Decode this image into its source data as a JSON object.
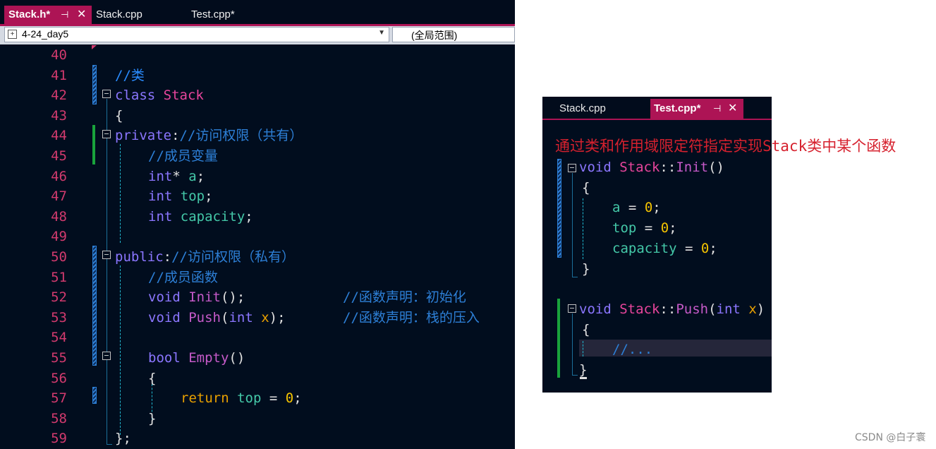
{
  "left_editor": {
    "tabs": [
      {
        "name": "Stack.h*",
        "active": true
      },
      {
        "name": "Stack.cpp",
        "active": false
      },
      {
        "name": "Test.cpp*",
        "active": false
      }
    ],
    "pin_glyph": "⊣",
    "close_glyph": "✕",
    "project_selector": "4-24_day5",
    "scope_selector": "(全局范围)",
    "line_numbers": [
      "40",
      "41",
      "42",
      "43",
      "44",
      "45",
      "46",
      "47",
      "48",
      "49",
      "50",
      "51",
      "52",
      "53",
      "54",
      "55",
      "56",
      "57",
      "58",
      "59"
    ],
    "code": {
      "l41": {
        "cm": "//类"
      },
      "l42": {
        "kw": "class",
        "name": "Stack"
      },
      "l43": {
        "brace": "{"
      },
      "l44": {
        "kw": "private",
        "colon": ":",
        "cm": "//访问权限（共有）"
      },
      "l45": {
        "cm": "//成员变量"
      },
      "l46": {
        "kw": "int",
        "ptr": "*",
        "var": "a",
        "semi": ";"
      },
      "l47": {
        "kw": "int",
        "var": "top",
        "semi": ";"
      },
      "l48": {
        "kw": "int",
        "var": "capacity",
        "semi": ";"
      },
      "l50": {
        "kw": "public",
        "colon": ":",
        "cm": "//访问权限（私有）"
      },
      "l51": {
        "cm": "//成员函数"
      },
      "l52": {
        "kw": "void",
        "fn": "Init",
        "rest": "();",
        "cm": "//函数声明：初始化"
      },
      "l53": {
        "kw": "void",
        "fn": "Push",
        "open": "(",
        "kw2": "int",
        "par": "x",
        "rest": ");",
        "cm": "//函数声明：栈的压入"
      },
      "l55": {
        "kw": "bool",
        "fn": "Empty",
        "rest": "()"
      },
      "l56": {
        "brace": "{"
      },
      "l57": {
        "kw": "return",
        "var": "top",
        "eq": "=",
        "num": "0",
        "semi": ";"
      },
      "l58": {
        "brace": "}"
      },
      "l59": {
        "brace": "};"
      }
    }
  },
  "right_editor": {
    "tabs": [
      {
        "name": "Stack.cpp",
        "active": false
      },
      {
        "name": "Test.cpp*",
        "active": true
      }
    ],
    "pin_glyph": "⊣",
    "close_glyph": "✕",
    "code": {
      "r1": {
        "kw": "void",
        "cls": "Stack",
        "sep": "::",
        "fn": "Init",
        "rest": "()"
      },
      "r2": {
        "brace": "{"
      },
      "r3": {
        "var": "a",
        "eq": "=",
        "num": "0",
        "semi": ";"
      },
      "r4": {
        "var": "top",
        "eq": "=",
        "num": "0",
        "semi": ";"
      },
      "r5": {
        "var": "capacity",
        "eq": "=",
        "num": "0",
        "semi": ";"
      },
      "r6": {
        "brace": "}"
      },
      "r8": {
        "kw": "void",
        "cls": "Stack",
        "sep": "::",
        "fn": "Push",
        "open": "(",
        "kw2": "int",
        "par": "x",
        "close": ")"
      },
      "r9": {
        "brace": "{"
      },
      "r10": {
        "cm": "//..."
      },
      "r11": {
        "brace": "}"
      }
    }
  },
  "annotation": "通过类和作用域限定符指定实现Stack类中某个函数",
  "watermark": "CSDN @白子寰",
  "colors": {
    "editor_bg": "#010d1e",
    "active_tab": "#ad1455",
    "keyword": "#8b76ff",
    "class_name": "#e8459c",
    "function": "#c65ac9",
    "variable": "#44c8a8",
    "number": "#f5c400",
    "parameter": "#e8a000",
    "comment": "#2d7fd6",
    "line_number": "#d23a6e",
    "annotation": "#d6212e"
  }
}
